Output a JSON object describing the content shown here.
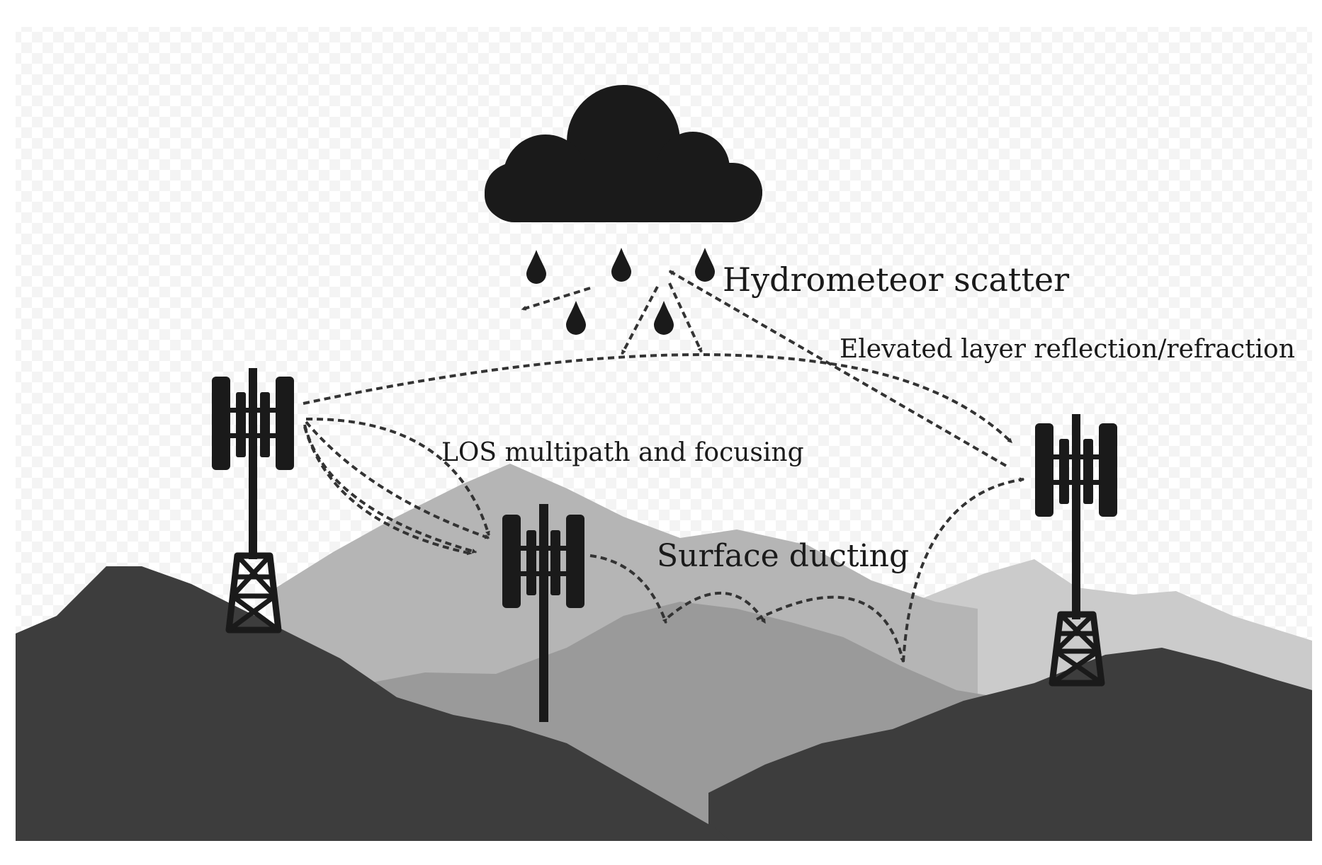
{
  "labels": {
    "hydrometeor": "Hydrometeor scatter",
    "elevated": "Elevated layer reflection/refraction",
    "los": "LOS multipath and focusing",
    "surface": "Surface ducting"
  },
  "colors": {
    "background": "#ffffff",
    "checker": "#f4f4f4",
    "far_mountain": "#cbcbcb",
    "mid_mountain_light": "#b5b5b5",
    "mid_mountain": "#9a9a9a",
    "near_hill": "#3d3d3d",
    "ink": "#1a1a1a",
    "arrow": "#333333"
  },
  "icons": [
    "cloud-icon",
    "raindrop-icon",
    "cell-tower-icon"
  ]
}
